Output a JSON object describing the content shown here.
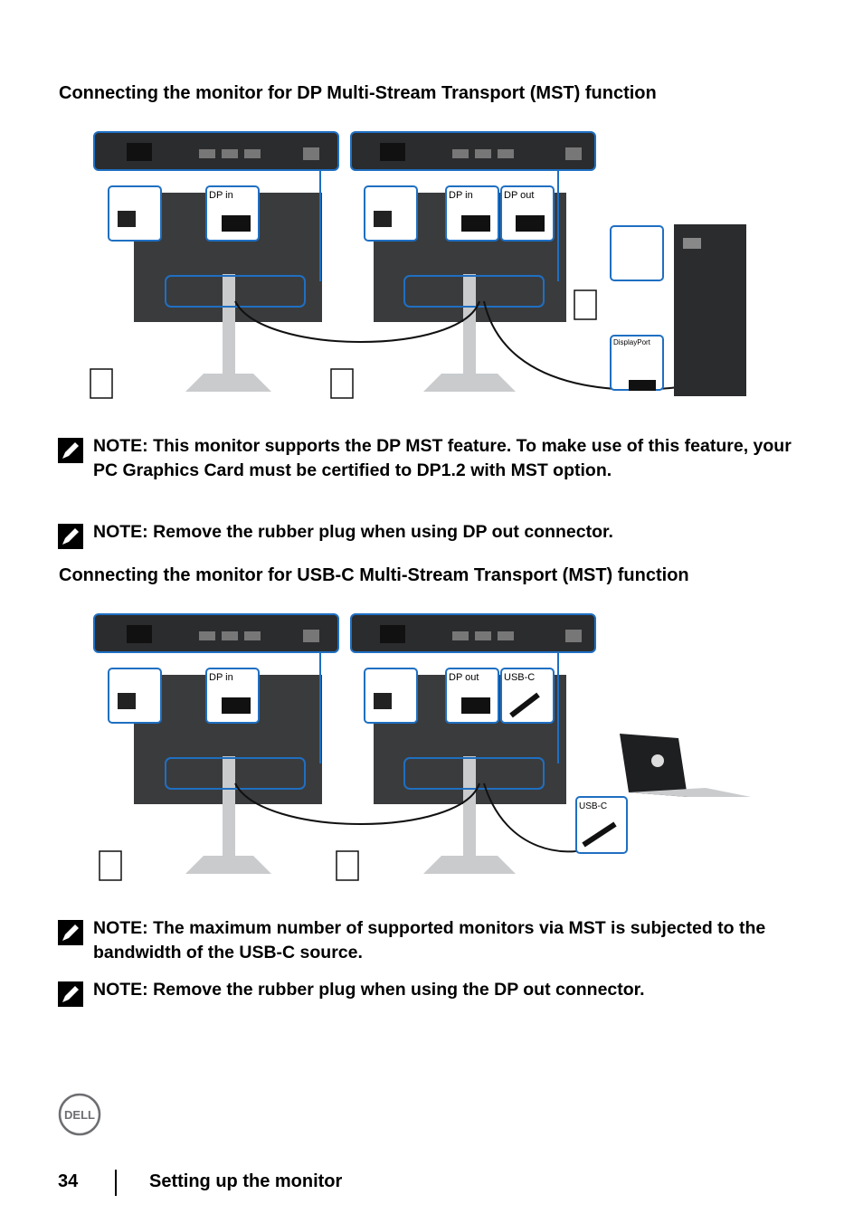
{
  "sections": [
    {
      "heading": "Connecting the monitor for DP Multi-Stream Transport (MST) function",
      "diagram": {
        "monitor1_labels": [
          "DP in"
        ],
        "monitor2_labels": [
          "DP in",
          "DP out"
        ],
        "source_label": "DisplayPort"
      },
      "notes": [
        "NOTE: This monitor supports the DP MST feature. To make use of this feature, your PC Graphics Card must be certified to DP1.2 with MST option.",
        "NOTE: Remove the rubber plug when using DP out connector."
      ]
    },
    {
      "heading": "Connecting the monitor for USB-C Multi-Stream Transport (MST) function",
      "diagram": {
        "monitor1_labels": [
          "DP in"
        ],
        "monitor2_labels": [
          "DP out",
          "USB-C"
        ],
        "source_label": "USB-C"
      },
      "notes": [
        "NOTE: The maximum number of supported monitors via MST is subjected to the bandwidth of the USB-C source.",
        "NOTE: Remove the rubber plug when using the DP out connector."
      ]
    }
  ],
  "footer": {
    "page_number": "34",
    "section_title": "Setting up the monitor",
    "logo_text": "DELL"
  },
  "colors": {
    "accent_blue": "#1f6fc2",
    "monitor_dark": "#3a3b3d"
  }
}
